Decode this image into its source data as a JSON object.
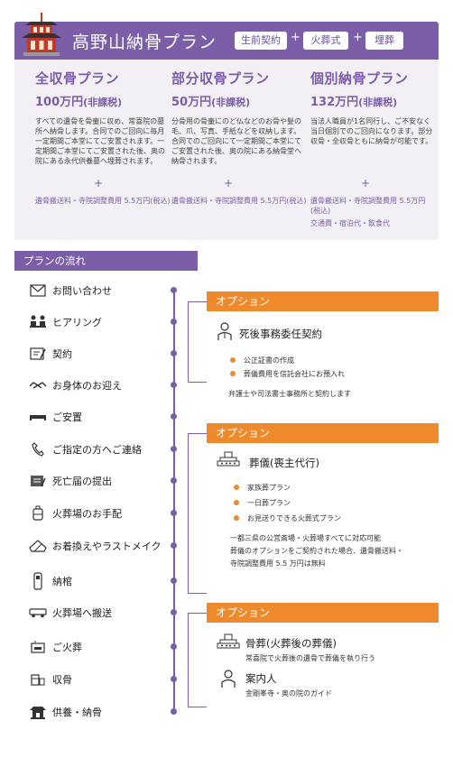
{
  "banner": {
    "title": "高野山納骨プラン",
    "chips": [
      "生前契約",
      "火葬式",
      "埋葬"
    ],
    "plus_sign": "+"
  },
  "plans": [
    {
      "name": "全収骨プラン",
      "price_amount": "100万円",
      "price_note": "(非課税)",
      "description": "すべての遺骨を骨壷に収め、常喜院の墓所へ納骨します。合同でのご回向に毎月一定期間ご本堂にてご安置されます。一定期間ご本堂にてご安置された後、奥の院にある永代供養墓へ埋葬されます。",
      "plus": "+",
      "fee": "遺骨搬送料・寺院調整費用 5.5万円(税込)",
      "extra": ""
    },
    {
      "name": "部分収骨プラン",
      "price_amount": "50万円",
      "price_note": "(非課税)",
      "description": "分骨用の骨壷にのど仏などのお骨や髪の毛、爪、写真、手紙などを収納します。合同でのご回向にて一定期間ご本堂にてご安置された後、奥の院にある納骨堂へ納骨されます。",
      "plus": "+",
      "fee": "遺骨搬送料・寺院調整費用 5.5万円(税込)",
      "extra": ""
    },
    {
      "name": "個別納骨プラン",
      "price_amount": "132万円",
      "price_note": "(非課税)",
      "description": "当法人職員が1名同行し、ご不安なく当日個別でのご回向になります。部分収骨・全収骨ともに納骨が可能です。",
      "plus": "+",
      "fee": "遺骨搬送料・寺院調整費用 5.5万円(税込)",
      "extra": "交通費・宿泊代・飲食代"
    }
  ],
  "flow": {
    "header": "プランの流れ",
    "steps": [
      {
        "label": "お問い合わせ",
        "icon": "envelope-icon"
      },
      {
        "label": "ヒアリング",
        "icon": "meeting-icon"
      },
      {
        "label": "契約",
        "icon": "contract-icon"
      },
      {
        "label": "お身体のお迎え",
        "icon": "handshake-icon"
      },
      {
        "label": "ご安置",
        "icon": "bed-icon"
      },
      {
        "label": "ご指定の方へご連絡",
        "icon": "phone-icon"
      },
      {
        "label": "死亡届の提出",
        "icon": "document-icon"
      },
      {
        "label": "火葬場のお手配",
        "icon": "urn-icon"
      },
      {
        "label": "お着換えやラストメイク",
        "icon": "makeup-icon"
      },
      {
        "label": "納棺",
        "icon": "coffin-icon"
      },
      {
        "label": "火葬場へ搬送",
        "icon": "hearse-icon"
      },
      {
        "label": "ご火葬",
        "icon": "cremation-icon"
      },
      {
        "label": "収骨",
        "icon": "bone-urn-icon"
      },
      {
        "label": "供養・納骨",
        "icon": "temple-icon"
      }
    ]
  },
  "options": [
    {
      "label": "オプション",
      "title": "死後事務委任契約",
      "bullets": [
        "公正証書の作成",
        "葬儀費用を信託会社にお預入れ"
      ],
      "note": "弁護士や司法書士事務所と契約します"
    },
    {
      "label": "オプション",
      "title": "葬儀(喪主代行)",
      "bullets": [
        "家族葬プラン",
        "一日葬プラン",
        "お見送りできる火葬式プラン"
      ],
      "note_lines": [
        "一都三県の公営斎場・火葬場すべてに対応可能",
        "葬儀のオプションをご契約された場合、遺骨搬送料・",
        "寺院調整費用 5.5 万円は無料"
      ]
    },
    {
      "label": "オプション",
      "items": [
        {
          "title": "骨葬(火葬後の葬儀)",
          "desc": "常喜院で火葬後の遺骨で葬儀を執り行う"
        },
        {
          "title": "案内人",
          "desc": "金剛峯寺・奥の院のガイド"
        }
      ]
    }
  ],
  "colors": {
    "purple": "#7b5ea7",
    "orange": "#ee8a2c",
    "panel": "#f2f0f5"
  }
}
